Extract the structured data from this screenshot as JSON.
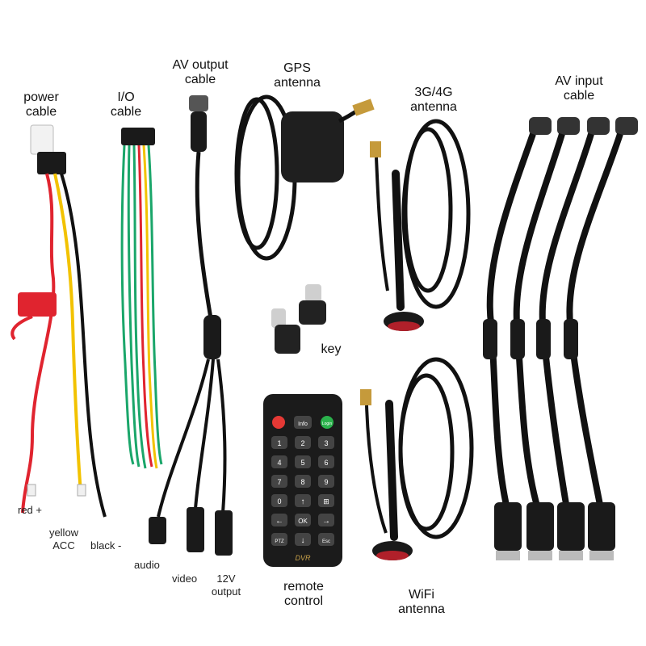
{
  "labels": {
    "power_cable": [
      "power",
      "cable"
    ],
    "io_cable": [
      "I/O",
      "cable"
    ],
    "av_output_cable": [
      "AV output",
      "cable"
    ],
    "gps_antenna": [
      "GPS",
      "antenna"
    ],
    "g34_antenna": [
      "3G/4G",
      "antenna"
    ],
    "av_input_cable": [
      "AV input",
      "cable"
    ],
    "key": "key",
    "remote_control": [
      "remote",
      "control"
    ],
    "wifi_antenna": [
      "WiFi",
      "antenna"
    ],
    "red": "red +",
    "yellow": [
      "yellow",
      "ACC"
    ],
    "black": "black -",
    "audio": "audio",
    "video": "video",
    "output_12v": [
      "12V",
      "output"
    ]
  },
  "remote": {
    "brand": "DVR",
    "top_row": [
      "Info",
      "Login"
    ],
    "number_keys": [
      "1",
      "2",
      "3",
      "4",
      "5",
      "6",
      "7",
      "8",
      "9",
      "0"
    ],
    "bottom_keys": [
      "OK",
      "PTZ",
      "Esc"
    ]
  },
  "colors": {
    "red_wire": "#e0242f",
    "yellow_wire": "#f2c200",
    "green_wire": "#1aa66a",
    "cable_black": "#111111",
    "power_button": "#e53935",
    "login_button": "#2bb24c"
  }
}
